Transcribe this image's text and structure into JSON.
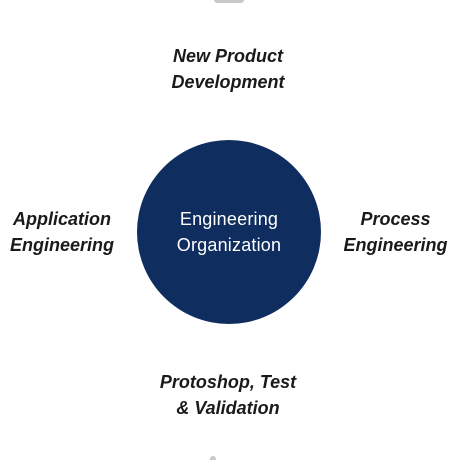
{
  "diagram": {
    "center": {
      "line1": "Engineering",
      "line2": "Organization",
      "fill_color": "#0f2d5e",
      "text_color": "#ffffff"
    },
    "nodes": {
      "top": {
        "line1": "New Product",
        "line2": "Development"
      },
      "left": {
        "line1": "Application",
        "line2": "Engineering"
      },
      "right": {
        "line1": "Process",
        "line2": "Engineering"
      },
      "bottom": {
        "line1": "Protoshop, Test",
        "line2": "& Validation"
      }
    },
    "label_color": "#1a1a1a",
    "background_color": "#ffffff"
  }
}
